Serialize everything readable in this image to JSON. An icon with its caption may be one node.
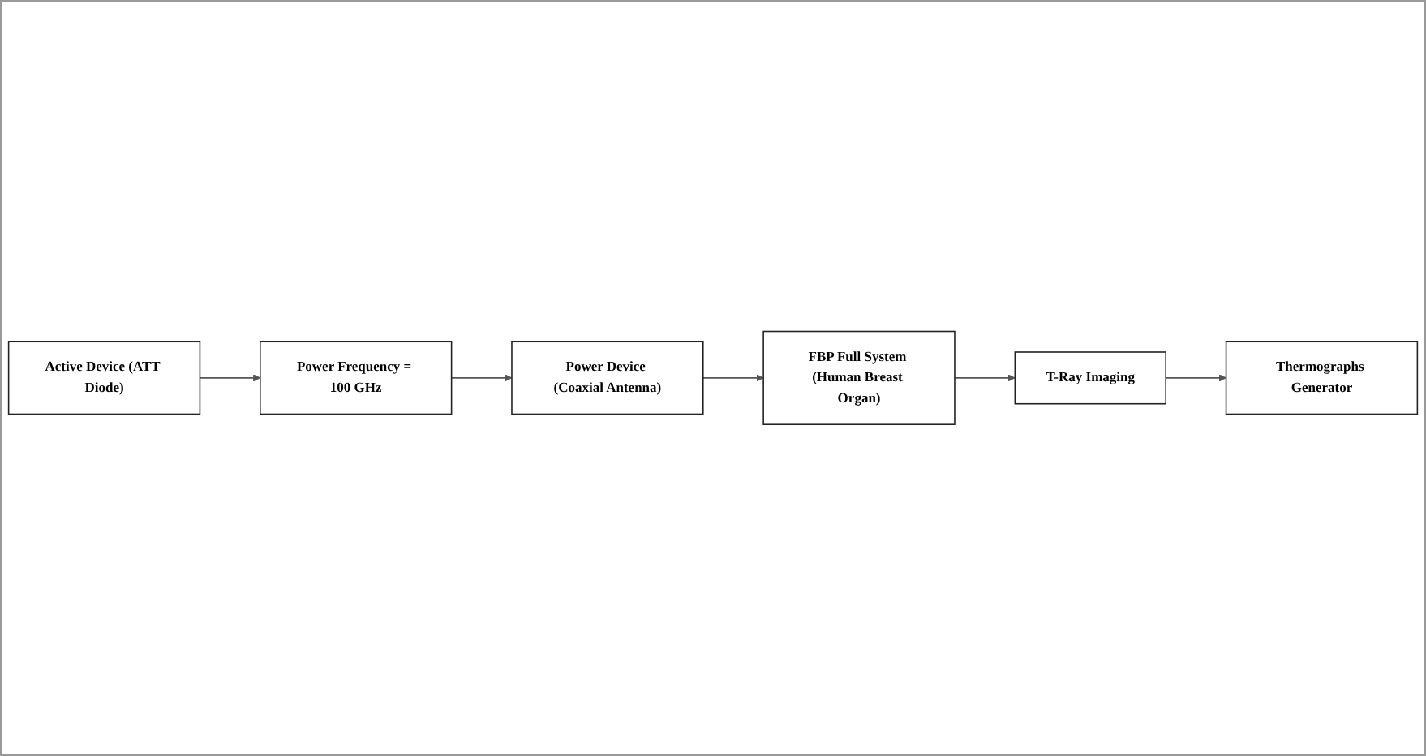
{
  "diagram": {
    "nodes": [
      {
        "text": [
          "Active Device (ATT Diode)"
        ]
      },
      {
        "text": [
          "Power Frequency = 100 GHz"
        ]
      },
      {
        "text": [
          "Power Device (Coaxial Antenna)"
        ]
      },
      {
        "text": [
          "Thermographs Generator"
        ]
      },
      {
        "text": [
          "T-Ray Imaging"
        ]
      },
      {
        "text": [
          "FBP Full System (Human Breast Organ)"
        ]
      }
    ],
    "edges": [
      {
        "from": 0,
        "to": 1,
        "arrow": "to"
      },
      {
        "from": 1,
        "to": 2,
        "arrow": "to"
      },
      {
        "from": 2,
        "to": 5,
        "arrow": "to"
      },
      {
        "from": 5,
        "to": 4,
        "arrow": "to"
      },
      {
        "from": 4,
        "to": 3,
        "arrow": "to"
      }
    ]
  }
}
